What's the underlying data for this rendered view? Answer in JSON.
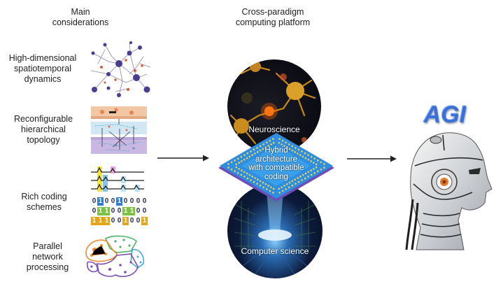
{
  "columns": {
    "left_heading": [
      "Main",
      "considerations"
    ],
    "center_heading": [
      "Cross-paradigm",
      "computing platform"
    ]
  },
  "considerations": [
    {
      "label": [
        "High-dimensional",
        "spatiotemporal",
        "dynamics"
      ],
      "icon": "neuron-network-icon"
    },
    {
      "label": [
        "Reconfigurable",
        "hierarchical",
        "topology"
      ],
      "icon": "layered-topology-icon"
    },
    {
      "label": [
        "Rich coding",
        "schemes"
      ],
      "icon": "spike-coding-icon"
    },
    {
      "label": [
        "Parallel",
        "network",
        "processing"
      ],
      "icon": "brain-network-icon"
    }
  ],
  "coding": {
    "rows": [
      {
        "bits": [
          "0",
          "1",
          "0",
          "0",
          "1",
          "0",
          "0",
          "0",
          "0"
        ],
        "highlight": [
          1,
          4
        ],
        "color": "#2f7fd0"
      },
      {
        "bits": [
          "0",
          "1",
          "1",
          "0",
          "0",
          "1",
          "1",
          "0",
          "0"
        ],
        "highlight": [
          1,
          2,
          5,
          6
        ],
        "color": "#7cc242"
      },
      {
        "bits": [
          "1",
          "1",
          "1",
          "0",
          "0",
          "1",
          "0",
          "0",
          "1"
        ],
        "highlight": [
          0,
          1,
          2,
          5,
          8
        ],
        "color": "#e3a51a"
      }
    ]
  },
  "platform": {
    "top_label": "Neuroscience",
    "chip_label": [
      "Hybrid",
      "architecture",
      "with compatible",
      "coding"
    ],
    "bottom_label": "Computer science"
  },
  "result": {
    "title": "AGI",
    "title_color": "#3a6fd8"
  },
  "colors": {
    "chip": "#2f8ee0",
    "chip_pins": "#e5d35a",
    "arrow": "#222222"
  }
}
